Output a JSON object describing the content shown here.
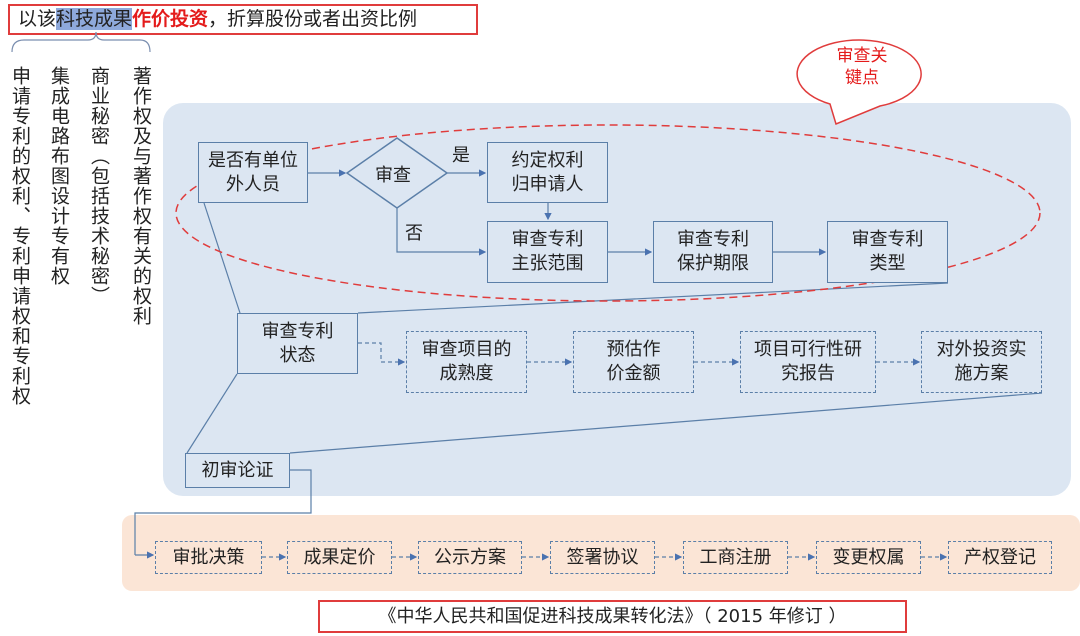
{
  "title": {
    "pre": "以该",
    "highlight": "科技成果",
    "emph": "作价投资",
    "post": "，折算股份或者出资比例"
  },
  "categories": [
    "申请专利的权利、专利申请权和专利权",
    "集成电路布图设计专有权",
    "商业秘密（包括技术秘密）",
    "著作权及与著作权有关的权利"
  ],
  "callout": {
    "line1": "审查关",
    "line2": "键点"
  },
  "flow": {
    "q_box": "是否有单位外人员",
    "diamond": "审查",
    "yes": "是",
    "no": "否",
    "agree": "约定权利归申请人",
    "scope": "审查专利主张范围",
    "term": "审查专利保护期限",
    "type": "审查专利类型",
    "status": "审查专利状态",
    "maturity": "审查项目的成熟度",
    "estimate": "预估作价金额",
    "feasibility": "项目可行性研究报告",
    "plan": "对外投资实施方案",
    "initial": "初审论证"
  },
  "steps": [
    "审批决策",
    "成果定价",
    "公示方案",
    "签署协议",
    "工商注册",
    "变更权属",
    "产权登记"
  ],
  "footer": "《中华人民共和国促进科技成果转化法》（ 2015 年修订 ）"
}
